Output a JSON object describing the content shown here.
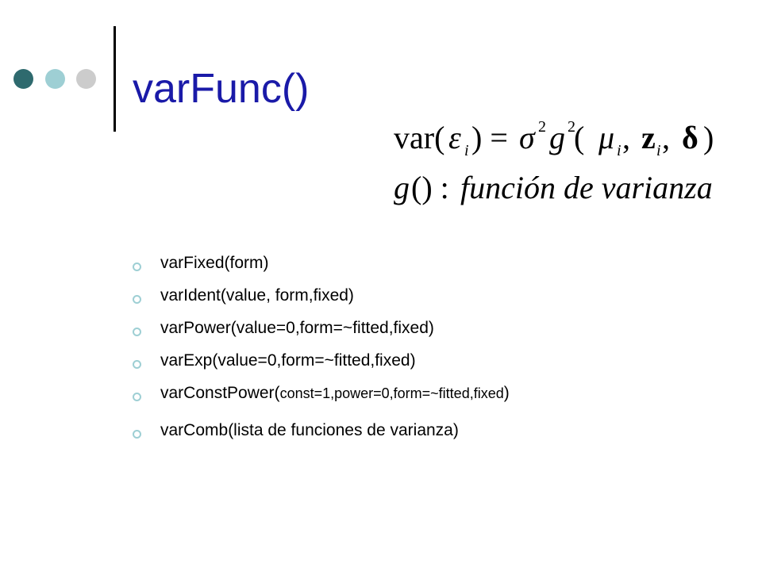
{
  "colors": {
    "title": "#1a1aa8",
    "dot_dark": "#2e6a6e",
    "dot_mid": "#9ecfd4",
    "dot_light": "#cccccc",
    "bullet": "#9ecfd4"
  },
  "slide": {
    "title": "varFunc()"
  },
  "formula": {
    "line1": {
      "var": "var(",
      "epsilon": "ε",
      "sub_i": "i",
      "close_eq": ") = ",
      "sigma": "σ",
      "sup2": "2",
      "g": "g",
      "open": " (",
      "mu": "μ",
      "comma": ", ",
      "z": "z",
      "delta": "δ",
      "close": ")"
    },
    "line2": {
      "g": "g",
      "parens": "() : ",
      "text": "función de varianza"
    }
  },
  "bullets": [
    {
      "text": "varFixed(form)"
    },
    {
      "text": "varIdent(value, form,fixed)"
    },
    {
      "text": "varPower(value=0,form=~fitted,fixed)"
    },
    {
      "text": "varExp(value=0,form=~fitted,fixed)"
    },
    {
      "text_prefix": "varConstPower(",
      "text_small": "const=1,power=0,form=~fitted,fixed",
      "text_suffix": ")"
    },
    {
      "text": "varComb(lista de funciones de varianza)"
    }
  ]
}
